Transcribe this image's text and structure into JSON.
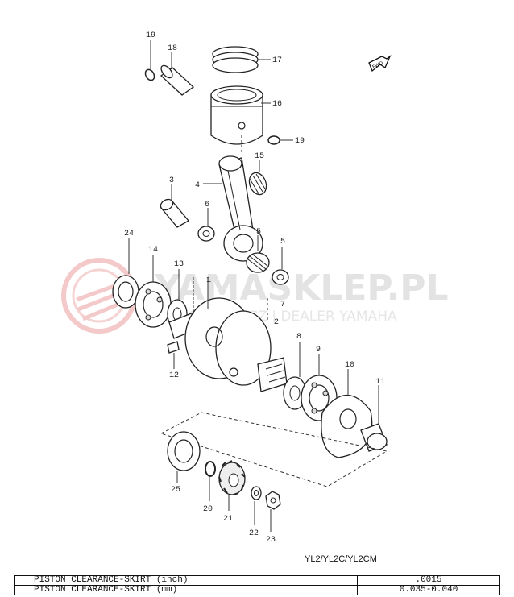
{
  "watermark": {
    "line1": "YAMASKLEP.PL",
    "line2": "MARCINKOWICZ | DEALER YAMAHA"
  },
  "callouts": {
    "c1": "1",
    "c2": "2",
    "c3": "3",
    "c4": "4",
    "c5a": "5",
    "c5b": "5",
    "c6": "6",
    "c7": "7",
    "c8": "8",
    "c9": "9",
    "c10": "10",
    "c11": "11",
    "c12": "12",
    "c13": "13",
    "c14": "14",
    "c15": "15",
    "c16": "16",
    "c17": "17",
    "c18": "18",
    "c19a": "19",
    "c19b": "19",
    "c20": "20",
    "c21": "21",
    "c22": "22",
    "c23": "23",
    "c24": "24",
    "c25": "25"
  },
  "model_label": "YL2/YL2C/YL2CM",
  "spec_table": {
    "rows": [
      {
        "name": "PISTON CLEARANCE-SKIRT (inch)",
        "value": ".0015"
      },
      {
        "name": "PISTON CLEARANCE-SKIRT (mm)",
        "value": "0.035-0.040"
      }
    ]
  }
}
